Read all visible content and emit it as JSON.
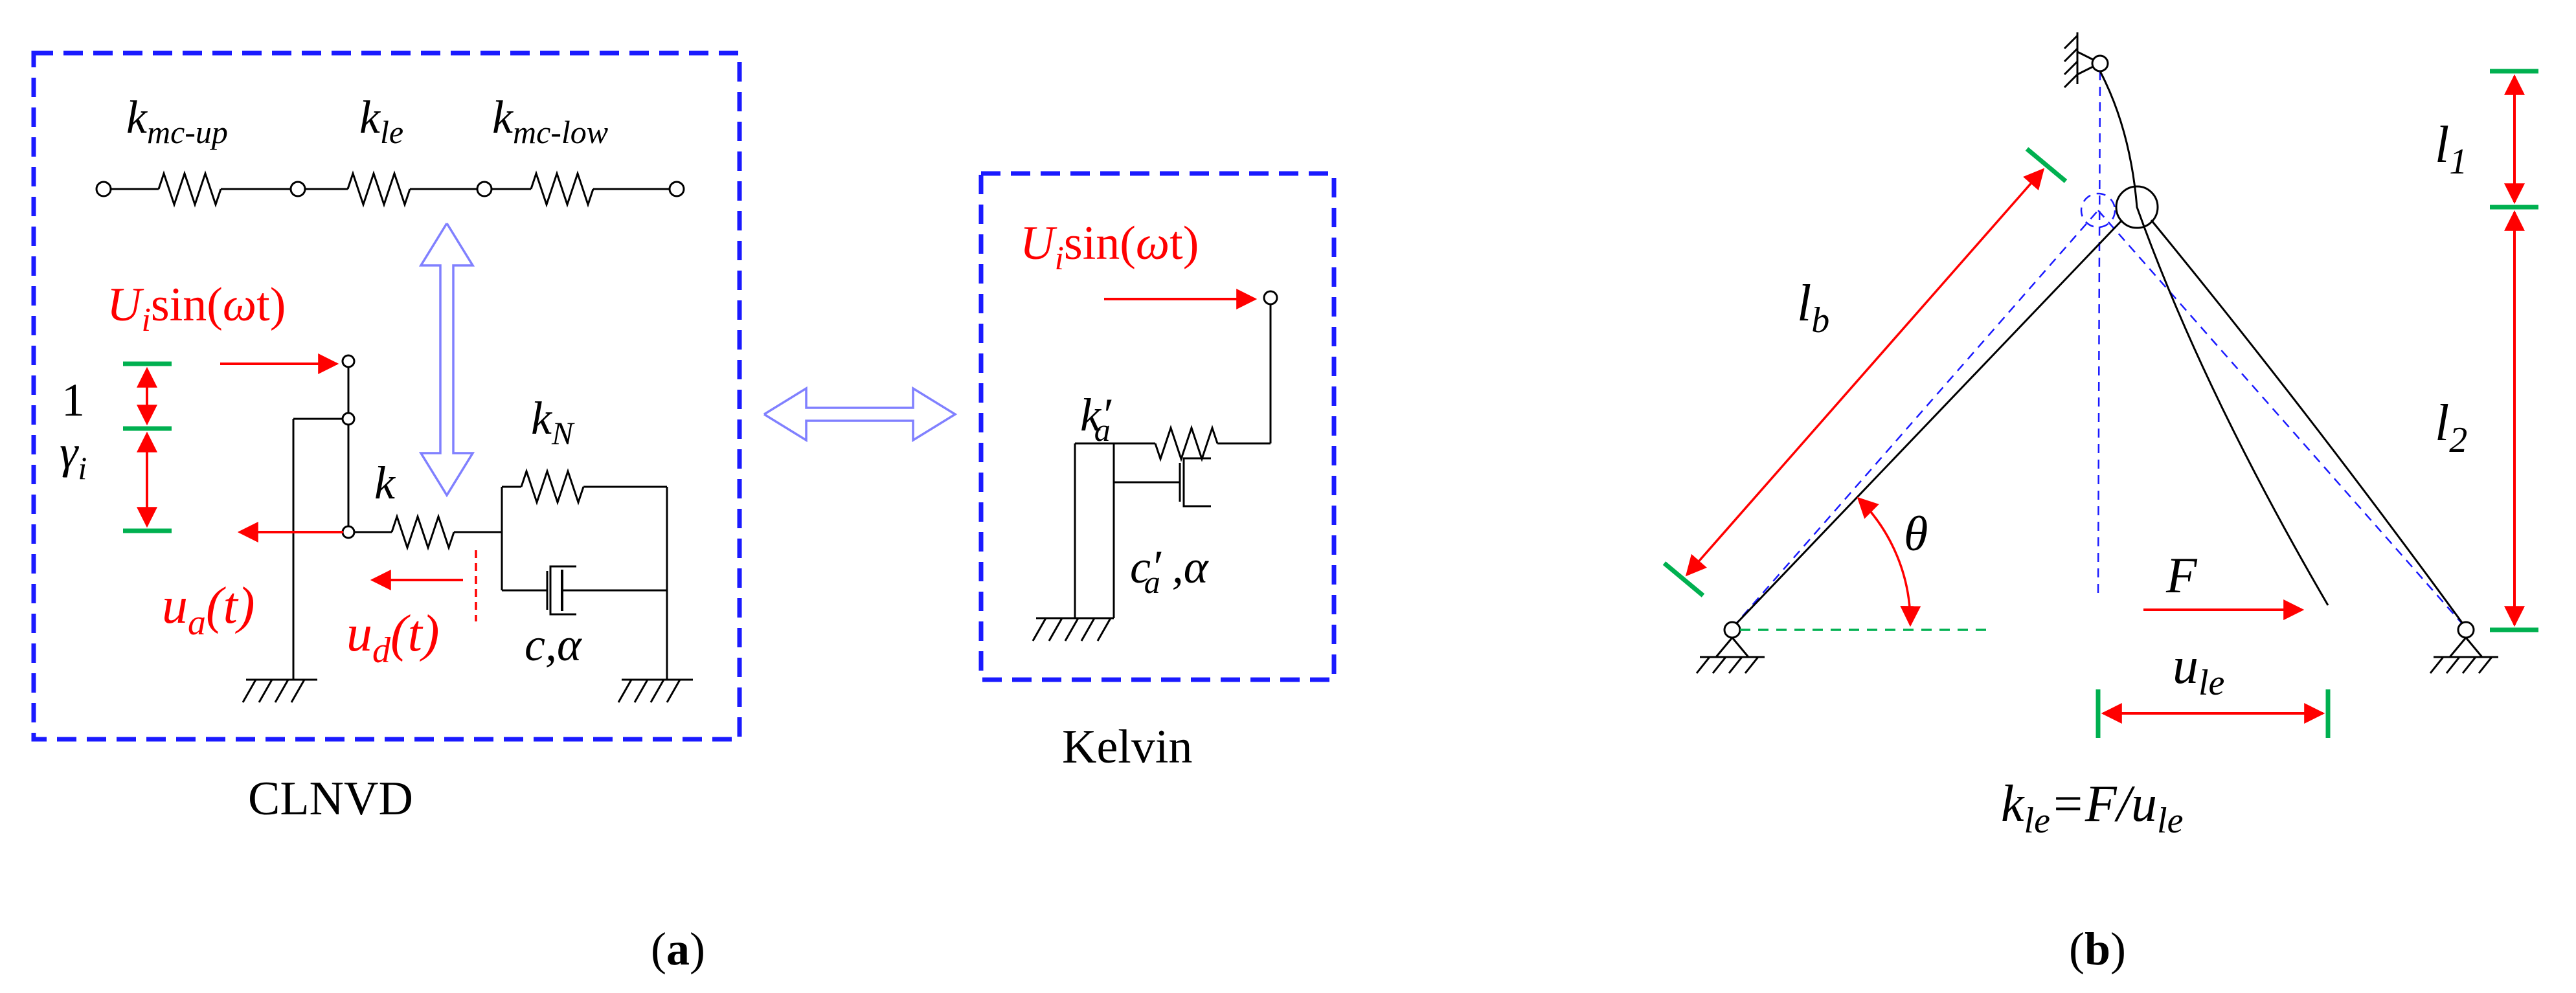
{
  "panel_a": {
    "label_paren_open": "(",
    "label_letter": "a",
    "label_paren_close": ")",
    "clnvd_title": "CLNVD",
    "kelvin_title": "Kelvin",
    "k_mc_up_base": "k",
    "k_mc_up_sub": "mc-up",
    "k_le_base": "k",
    "k_le_sub": "le",
    "k_mc_low_base": "k",
    "k_mc_low_sub": "mc-low",
    "input_U": "U",
    "input_i": "i",
    "input_sin": "sin(",
    "input_omega": "ω",
    "input_t": "t)",
    "ratio_one": "1",
    "gamma_base": "γ",
    "gamma_sub": "i",
    "k_label": "k",
    "kN_base": "k",
    "kN_sub": "N",
    "ua_base": "u",
    "ua_sub": "a",
    "ua_arg": "(t)",
    "ud_base": "u",
    "ud_sub": "d",
    "ud_arg": "(t)",
    "c_alpha": "c,α",
    "ka_prime_base": "k′",
    "ka_prime_sub": "a",
    "ca_prime_base": "c′",
    "ca_prime_sub": "a",
    "ca_prime_rest": " ,α"
  },
  "panel_b": {
    "label_paren_open": "(",
    "label_letter": "b",
    "label_paren_close": ")",
    "l1_base": "l",
    "l1_sub": "1",
    "l2_base": "l",
    "l2_sub": "2",
    "lb_base": "l",
    "lb_sub": "b",
    "theta": "θ",
    "force": "F",
    "ule_base": "u",
    "ule_sub": "le",
    "formula_k": "k",
    "formula_k_sub": "le",
    "formula_eq": "=F/",
    "formula_u": "u",
    "formula_u_sub": "le"
  },
  "colors": {
    "box": "#1a1aff",
    "red": "#ff0000",
    "green": "#00b050",
    "double_arrow": "#8080ff",
    "black": "#000000"
  }
}
